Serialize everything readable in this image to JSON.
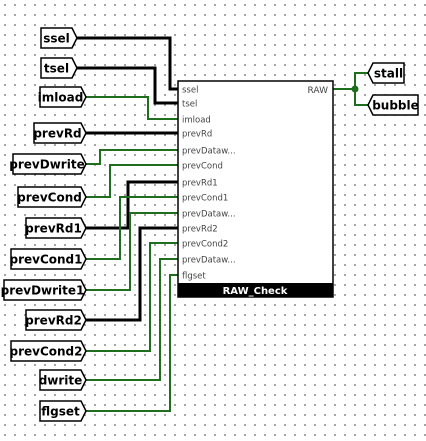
{
  "inputs": [
    {
      "label": "ssel"
    },
    {
      "label": "tsel"
    },
    {
      "label": "imload"
    },
    {
      "label": "prevRd"
    },
    {
      "label": "prevDwrite"
    },
    {
      "label": "prevCond"
    },
    {
      "label": "prevRd1"
    },
    {
      "label": "prevCond1"
    },
    {
      "label": "prevDwrite1"
    },
    {
      "label": "prevRd2"
    },
    {
      "label": "prevCond2"
    },
    {
      "label": "dwrite"
    },
    {
      "label": "flgset"
    }
  ],
  "component": {
    "name": "RAW_Check",
    "ports": [
      "ssel",
      "tsel",
      "imload",
      "prevRd",
      "prevDataw...",
      "prevCond",
      "prevRd1",
      "prevCond1",
      "prevDataw...",
      "prevRd2",
      "prevCond2",
      "prevDataw...",
      "flgset"
    ],
    "output_port": "RAW"
  },
  "outputs": [
    {
      "label": "stall"
    },
    {
      "label": "bubble"
    }
  ],
  "colors": {
    "bus_wire": "#000000",
    "bit_wire": "#1e6e1e",
    "junction": "#1e6e1e"
  }
}
